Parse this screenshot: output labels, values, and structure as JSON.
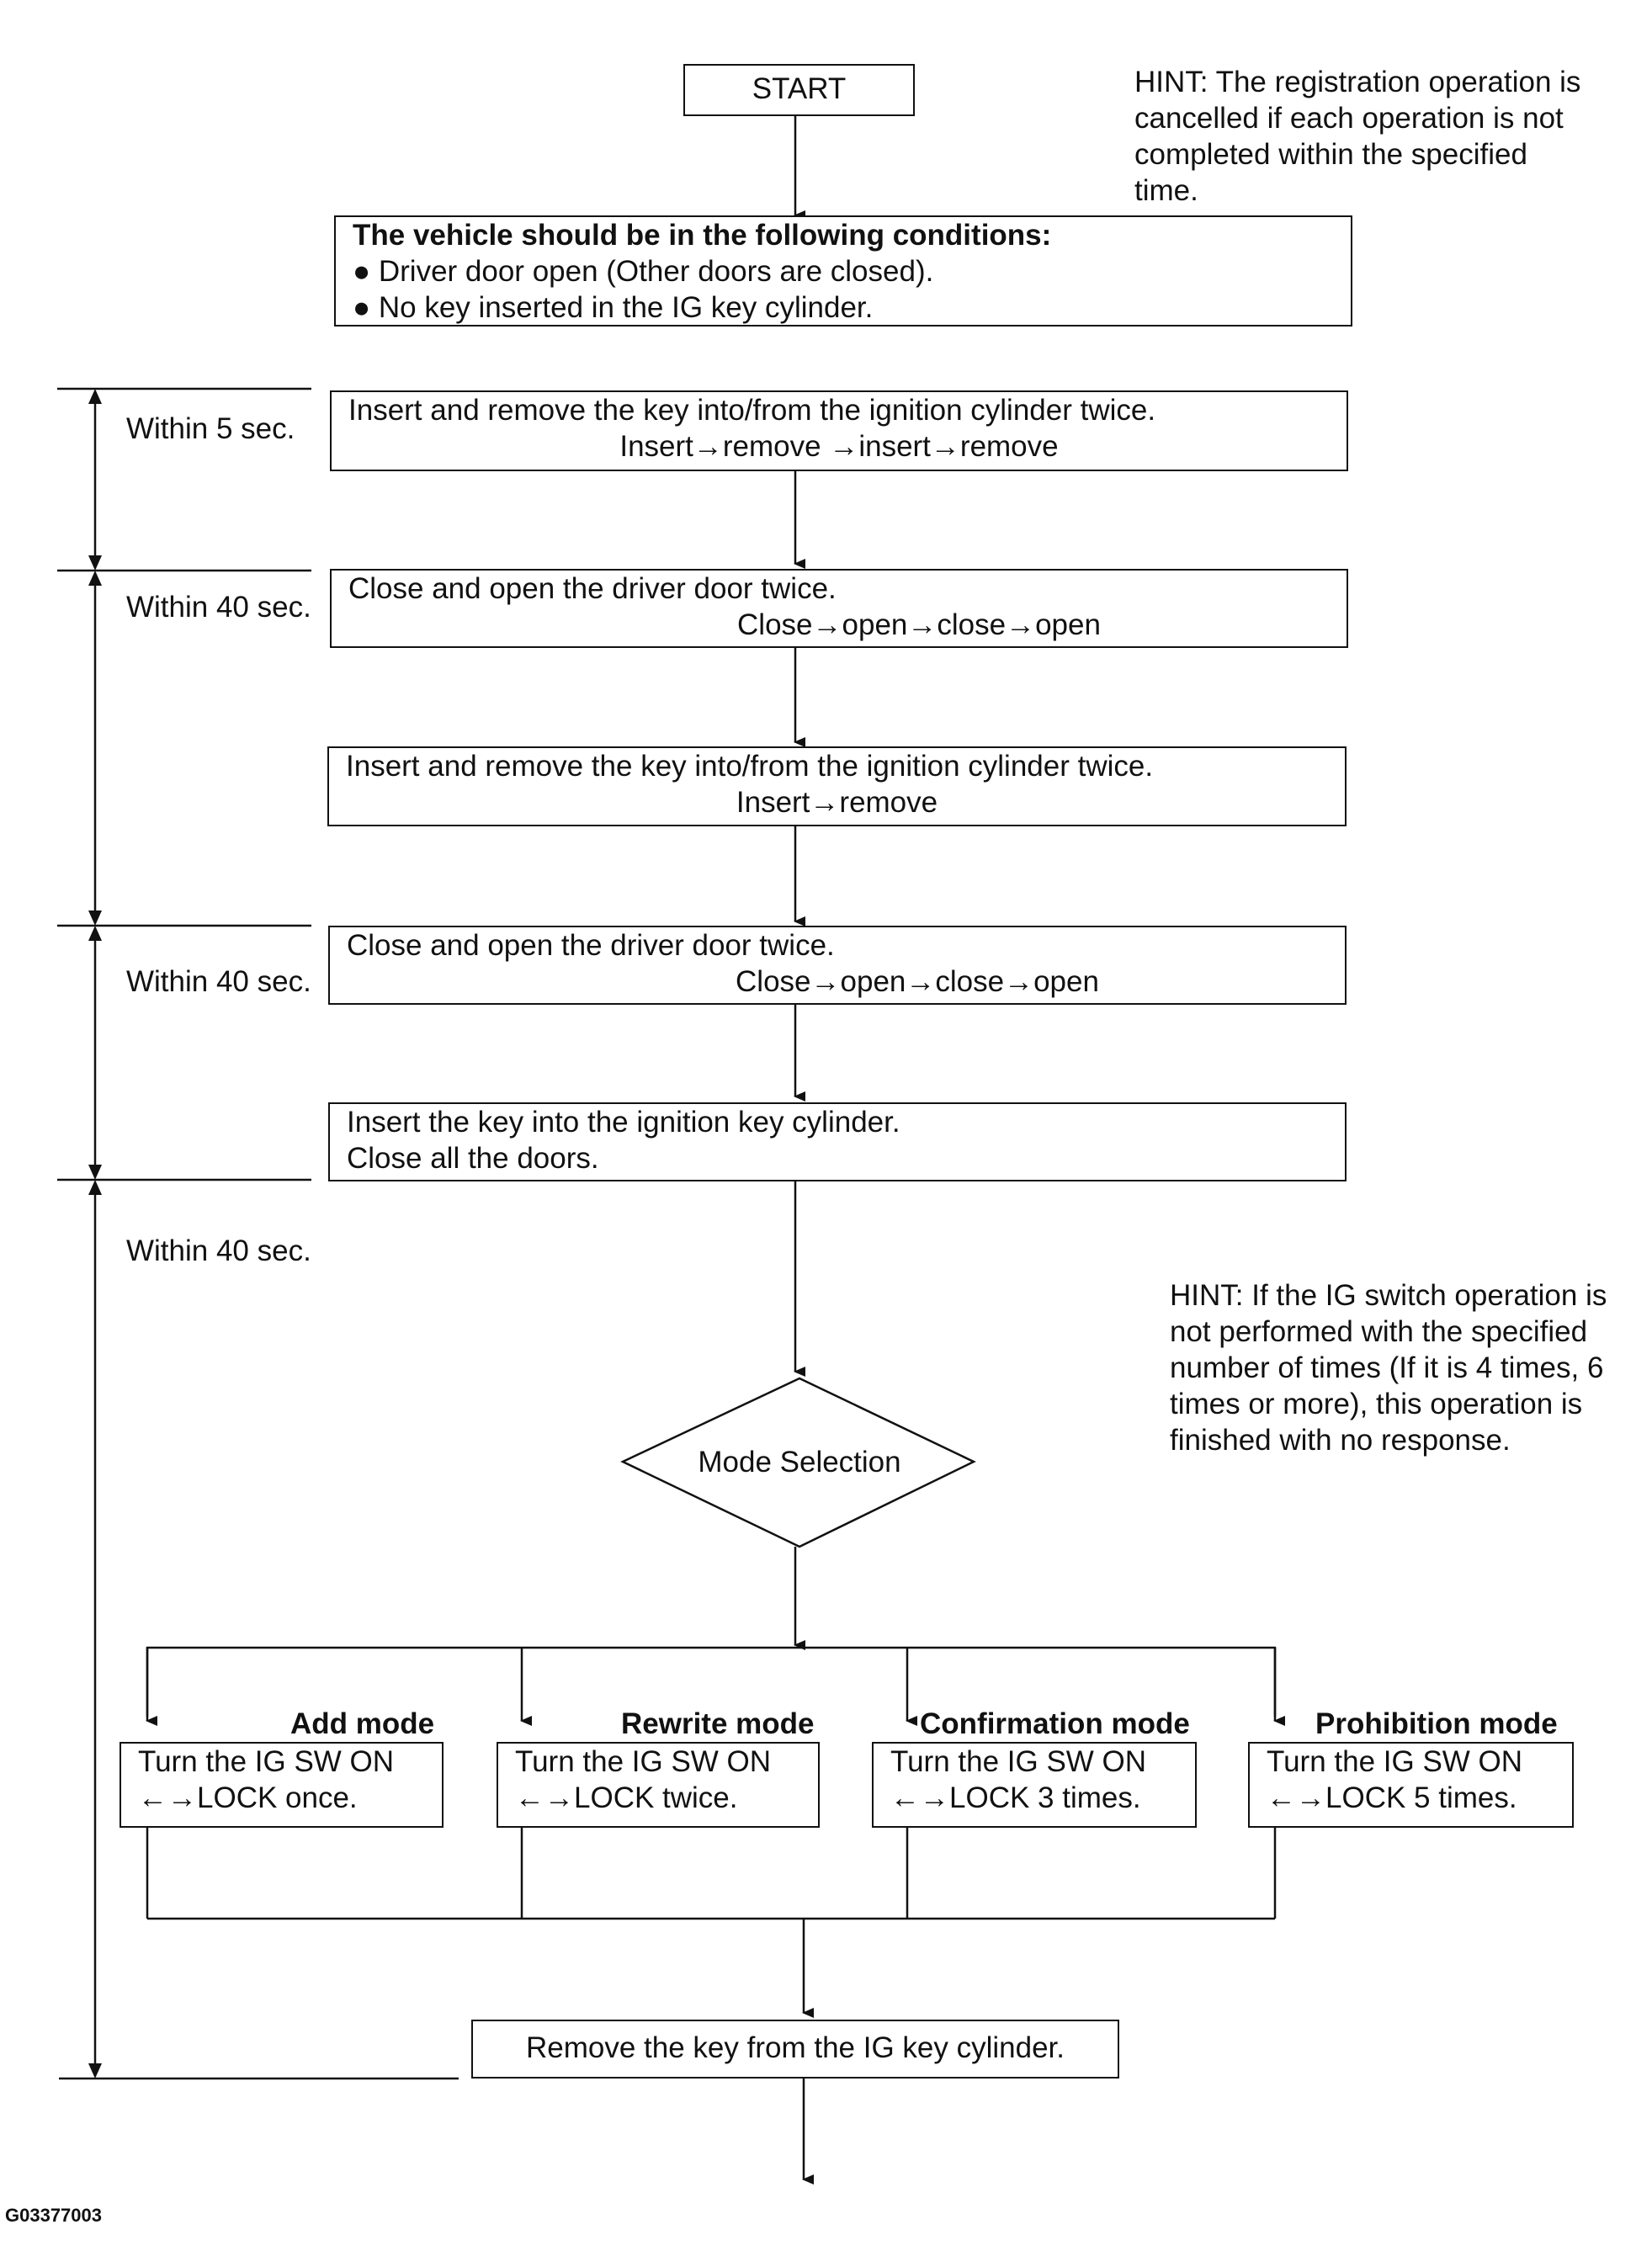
{
  "start": "START",
  "hint_top": [
    "HINT: The registration operation is",
    "cancelled if each operation is not",
    "completed within the specified",
    "time."
  ],
  "conditions": {
    "title": "The vehicle should be in the following conditions:",
    "items": [
      "● Driver door open (Other doors are closed).",
      "● No key inserted in the IG key cylinder."
    ]
  },
  "timing": [
    "Within 5 sec.",
    "Within 40 sec.",
    "Within 40 sec.",
    "Within 40 sec."
  ],
  "steps": [
    {
      "line1": "Insert and remove the key into/from the ignition cylinder twice.",
      "line2": "Insert→remove →insert→remove"
    },
    {
      "line1": "Close and open the driver door twice.",
      "line2": "Close→open→close→open"
    },
    {
      "line1": "Insert and remove the key into/from the ignition cylinder twice.",
      "line2": "Insert→remove"
    },
    {
      "line1": "Close and open the driver door twice.",
      "line2": "Close→open→close→open"
    },
    {
      "line1": "Insert the key into the ignition key cylinder.",
      "line2": "Close all the doors."
    }
  ],
  "hint_mid": [
    "HINT: If the IG switch operation is",
    "not performed with the specified",
    "number of times (If it is 4 times, 6",
    "times or more), this operation is",
    "finished with no response."
  ],
  "decision": "Mode Selection",
  "modes": [
    {
      "title": "Add mode",
      "line1": "Turn the IG SW ON",
      "line2": "←→LOCK once."
    },
    {
      "title": "Rewrite mode",
      "line1": "Turn the IG SW ON",
      "line2": "←→LOCK twice."
    },
    {
      "title": "Confirmation mode",
      "line1": "Turn the IG SW ON",
      "line2": "←→LOCK 3 times."
    },
    {
      "title": "Prohibition mode",
      "line1": "Turn the IG SW ON",
      "line2": "←→LOCK 5 times."
    }
  ],
  "final_step": "Remove the key from the IG key cylinder.",
  "figure_code": "G03377003"
}
